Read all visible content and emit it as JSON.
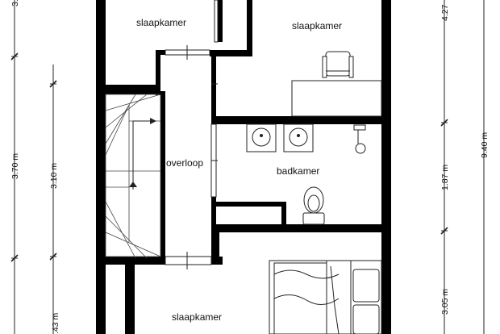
{
  "rooms": {
    "bedroom_top_left": "slaapkamer",
    "bedroom_top_right": "slaapkamer",
    "landing": "overloop",
    "bathroom": "badkamer",
    "bedroom_bottom": "slaapkamer"
  },
  "dimensions": {
    "left_outer_top": "3.",
    "left_outer_mid": "3.70 m",
    "left_outer_bottom": ".43 m",
    "left_inner_mid": "3.10 m",
    "right_inner_top": "4.27",
    "right_inner_mid": "1.87 m",
    "right_inner_bottom": "3.05 m",
    "right_outer": "9.40 m"
  },
  "colors": {
    "wall": "#000000",
    "line": "#222222",
    "background": "#ffffff"
  }
}
